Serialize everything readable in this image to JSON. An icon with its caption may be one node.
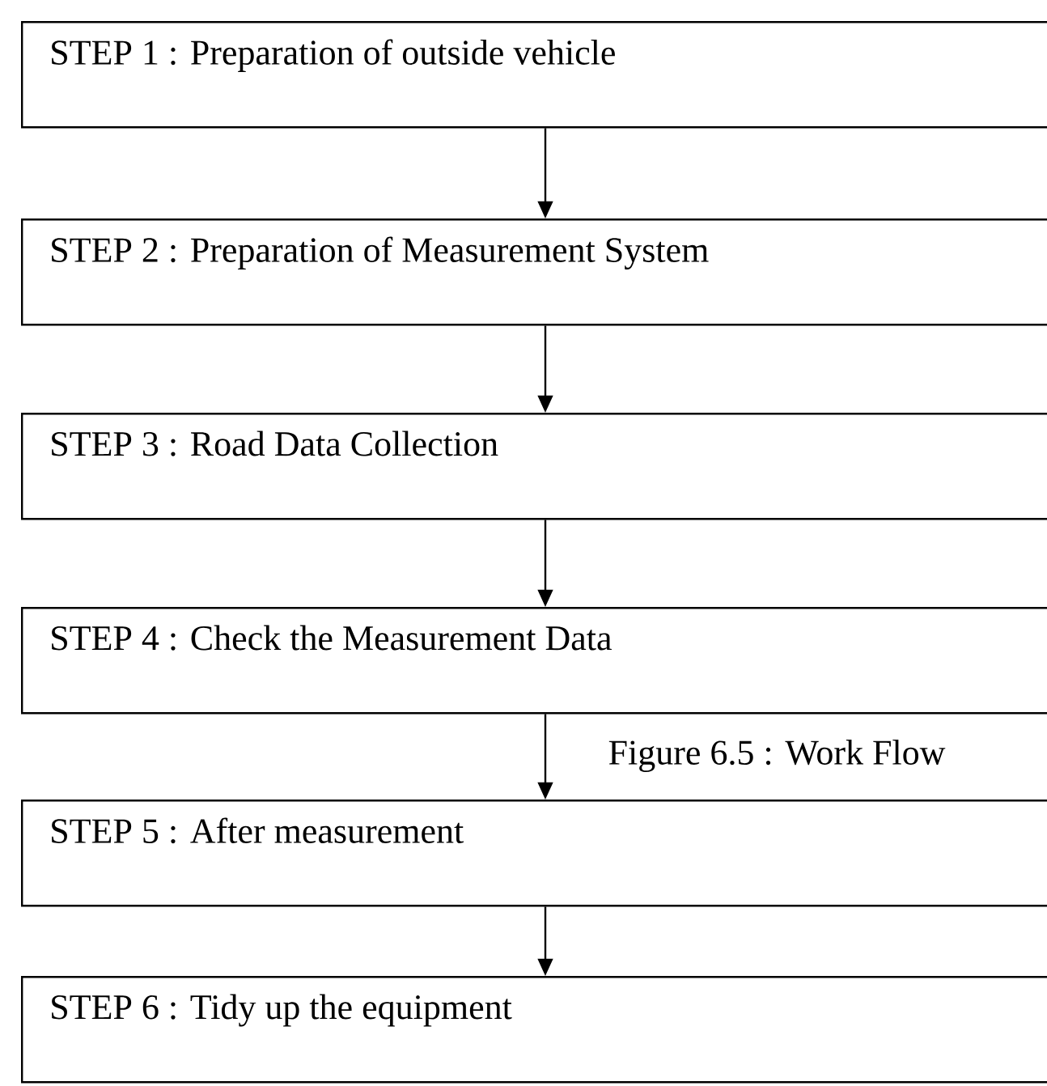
{
  "diagram": {
    "caption": "Figure 6.5 : Work Flow",
    "nodes": [
      {
        "text": [
          "STEP 1 : Preparation of outside vehicle"
        ]
      },
      {
        "text": [
          "STEP 2 : Preparation of Measurement System"
        ]
      },
      {
        "text": [
          "STEP 3 : Road Data Collection"
        ]
      },
      {
        "text": [
          "STEP 4 : Check the Measurement Data"
        ]
      },
      {
        "text": [
          "STEP 5 : After measurement"
        ]
      },
      {
        "text": [
          "STEP 6 : Tidy up the equipment"
        ]
      }
    ],
    "edges": [
      {
        "from": 0,
        "to": 1,
        "arrow": "to"
      },
      {
        "from": 1,
        "to": 2,
        "arrow": "to"
      },
      {
        "from": 2,
        "to": 3,
        "arrow": "to"
      },
      {
        "from": 3,
        "to": 4,
        "arrow": "to"
      },
      {
        "from": 4,
        "to": 5,
        "arrow": "to"
      }
    ]
  }
}
